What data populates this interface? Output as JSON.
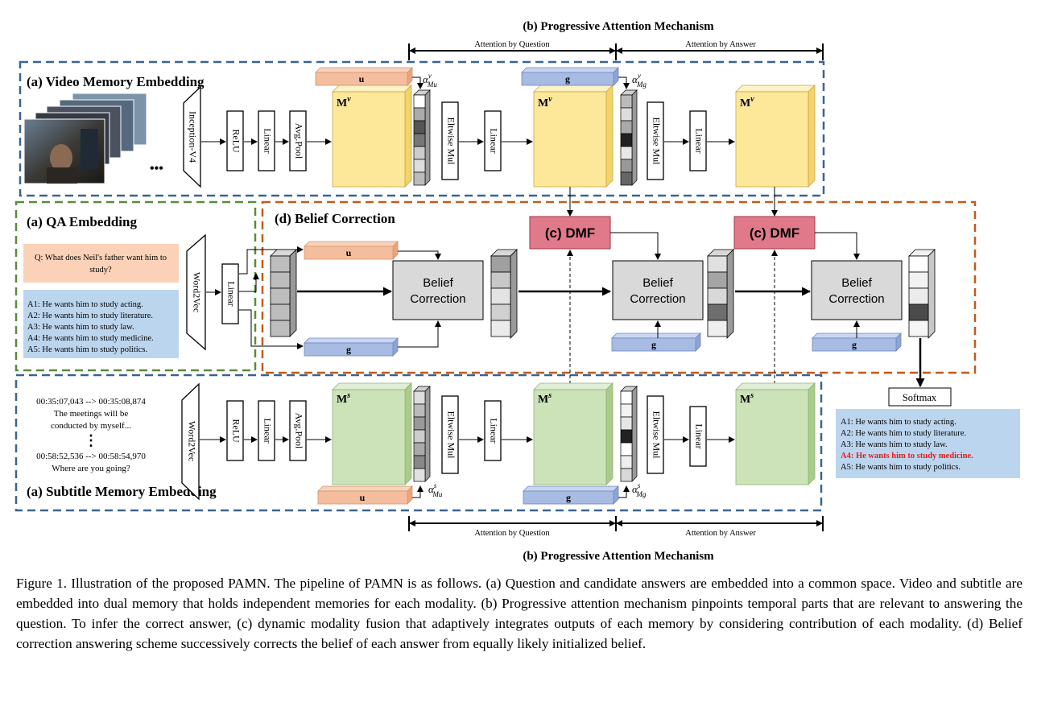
{
  "figure": {
    "pam_title": "(b) Progressive Attention Mechanism",
    "attention_by_question": "Attention by Question",
    "attention_by_answer": "Attention by Answer",
    "video_memory_title": "(a) Video Memory Embedding",
    "subtitle_memory_title": "(a) Subtitle Memory Embedding",
    "qa_title": "(a) QA Embedding",
    "belief_title": "(d) Belief Correction",
    "inception": "Inception-V4",
    "relu": "ReLU",
    "linear": "Linear",
    "avgpool": "Avg.Pool",
    "eltwise": "Eltwise Mul",
    "word2vec": "Word2Vec",
    "mem_video": "M",
    "mem_video_sup": "v",
    "mem_sub": "M",
    "mem_sub_sup": "s",
    "u": "u",
    "g": "g",
    "alpha": "α",
    "alpha_v_sup": "v",
    "alpha_s_sup": "s",
    "alpha_mu_sub": "Mu",
    "alpha_mg_sub": "Mg",
    "dmf": "(c) DMF",
    "belief_line1": "Belief",
    "belief_line2": "Correction",
    "softmax": "Softmax",
    "question": "Q: What does Neil's father want him to study?",
    "question_line1": "Q: What does Neil's father want him to",
    "question_line2": "study?",
    "answers": [
      "A1: He wants him to study acting.",
      "A2: He wants him to study literature.",
      "A3: He wants him to study law.",
      "A4: He wants him to study medicine.",
      "A5: He wants him to study politics."
    ],
    "correct_answer_index": 3,
    "subtitles": {
      "time1": "00:35:07,043 --> 00:35:08,874",
      "line1a": "The meetings will be",
      "line1b": "conducted by myself...",
      "ellipsis": "⋮",
      "time2": "00:58:52,536 --> 00:58:54,970",
      "line2": "Where are you going?"
    },
    "video_ellipsis": "•••",
    "colors": {
      "video_border": "#3a6491",
      "qa_border": "#5a8a3c",
      "belief_border": "#c25a1c",
      "memory_video": "#fde89a",
      "memory_sub": "#cce3b9",
      "u_fill": "#f4be9e",
      "g_fill": "#a7bbe3",
      "dmf_fill": "#e07a8b",
      "qa_box": "#fbd2b8",
      "answer_box": "#bcd5ee",
      "correct": "#e02020"
    }
  },
  "caption": "Figure 1. Illustration of the proposed PAMN. The pipeline of PAMN is as follows. (a) Question and candidate answers are embedded into a common space. Video and subtitle are embedded into dual memory that holds independent memories for each modality. (b) Progressive attention mechanism pinpoints temporal parts that are relevant to answering the question. To infer the correct answer, (c) dynamic modality fusion that adaptively integrates outputs of each memory by considering contribution of each modality. (d) Belief correction answering scheme successively corrects the belief of each answer from equally likely initialized belief."
}
